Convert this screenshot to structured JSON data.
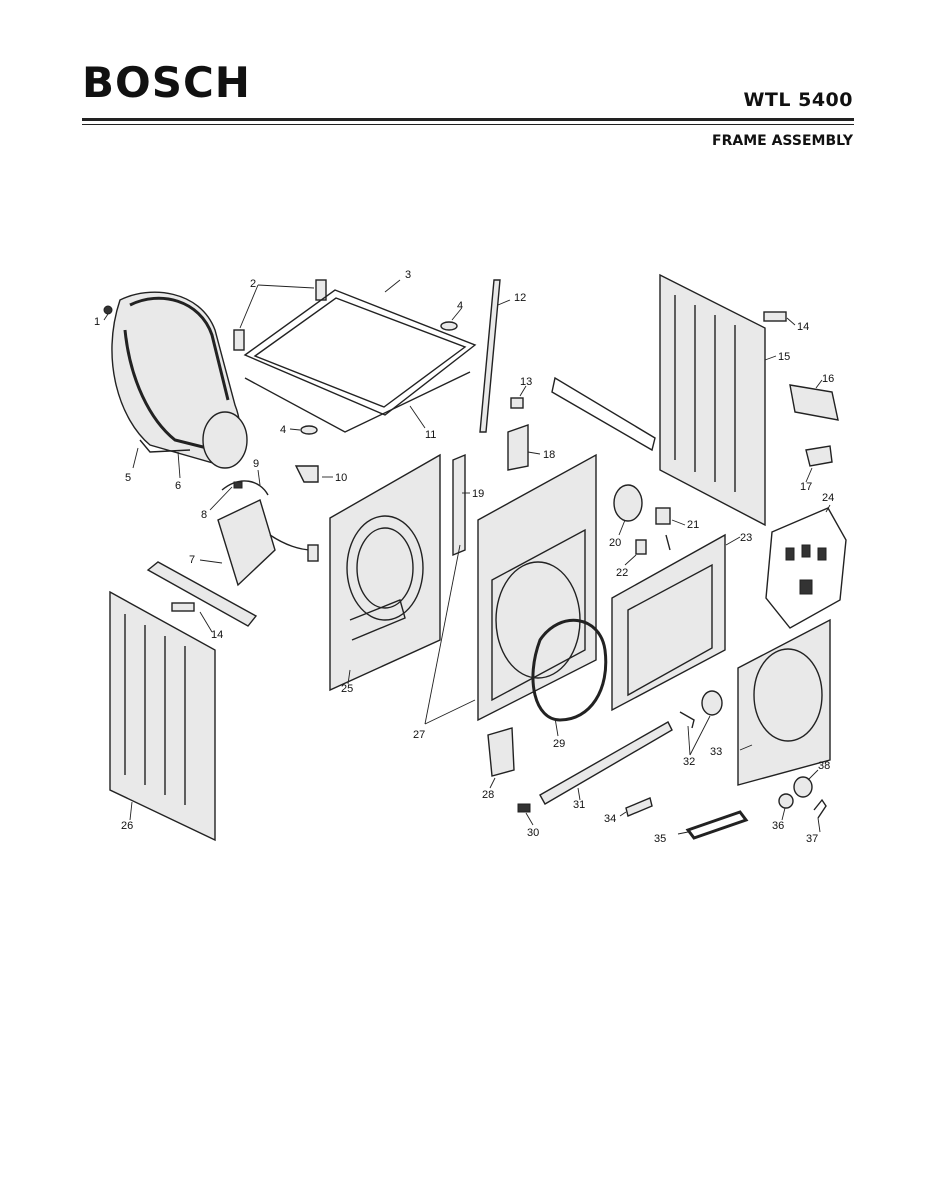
{
  "header": {
    "brand": "BOSCH",
    "model": "WTL 5400",
    "section_title": "FRAME ASSEMBLY"
  },
  "callouts": [
    {
      "id": "c1",
      "text": "1"
    },
    {
      "id": "c2",
      "text": "2"
    },
    {
      "id": "c3",
      "text": "3"
    },
    {
      "id": "c4a",
      "text": "4"
    },
    {
      "id": "c4b",
      "text": "4"
    },
    {
      "id": "c5",
      "text": "5"
    },
    {
      "id": "c6",
      "text": "6"
    },
    {
      "id": "c7",
      "text": "7"
    },
    {
      "id": "c8",
      "text": "8"
    },
    {
      "id": "c9",
      "text": "9"
    },
    {
      "id": "c10",
      "text": "10"
    },
    {
      "id": "c11",
      "text": "11"
    },
    {
      "id": "c12",
      "text": "12"
    },
    {
      "id": "c13",
      "text": "13"
    },
    {
      "id": "c14a",
      "text": "14"
    },
    {
      "id": "c14b",
      "text": "14"
    },
    {
      "id": "c15",
      "text": "15"
    },
    {
      "id": "c16",
      "text": "16"
    },
    {
      "id": "c17",
      "text": "17"
    },
    {
      "id": "c18",
      "text": "18"
    },
    {
      "id": "c19",
      "text": "19"
    },
    {
      "id": "c20",
      "text": "20"
    },
    {
      "id": "c21",
      "text": "21"
    },
    {
      "id": "c22",
      "text": "22"
    },
    {
      "id": "c23",
      "text": "23"
    },
    {
      "id": "c24",
      "text": "24"
    },
    {
      "id": "c25",
      "text": "25"
    },
    {
      "id": "c26",
      "text": "26"
    },
    {
      "id": "c27",
      "text": "27"
    },
    {
      "id": "c28",
      "text": "28"
    },
    {
      "id": "c29",
      "text": "29"
    },
    {
      "id": "c30",
      "text": "30"
    },
    {
      "id": "c31",
      "text": "31"
    },
    {
      "id": "c32",
      "text": "32"
    },
    {
      "id": "c33",
      "text": "33"
    },
    {
      "id": "c34",
      "text": "34"
    },
    {
      "id": "c35",
      "text": "35"
    },
    {
      "id": "c36",
      "text": "36"
    },
    {
      "id": "c37",
      "text": "37"
    },
    {
      "id": "c38",
      "text": "38"
    }
  ]
}
